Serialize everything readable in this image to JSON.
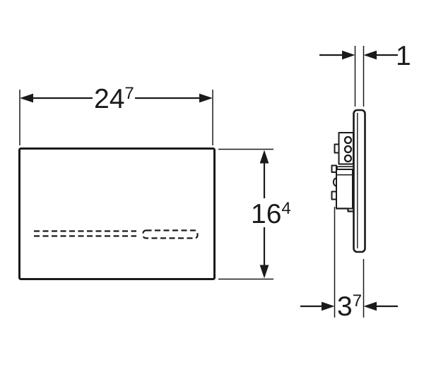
{
  "diagram": {
    "description": "Technical dimension drawing of a wall flush plate: front view and side profile view",
    "dimensions": {
      "width": {
        "value": "24",
        "sup": "7"
      },
      "height": {
        "value": "16",
        "sup": "4"
      },
      "thickness": {
        "value": "1"
      },
      "depth": {
        "value": "3",
        "sup": "7"
      }
    },
    "colors": {
      "line": "#1a1a1a",
      "background": "#ffffff"
    }
  }
}
